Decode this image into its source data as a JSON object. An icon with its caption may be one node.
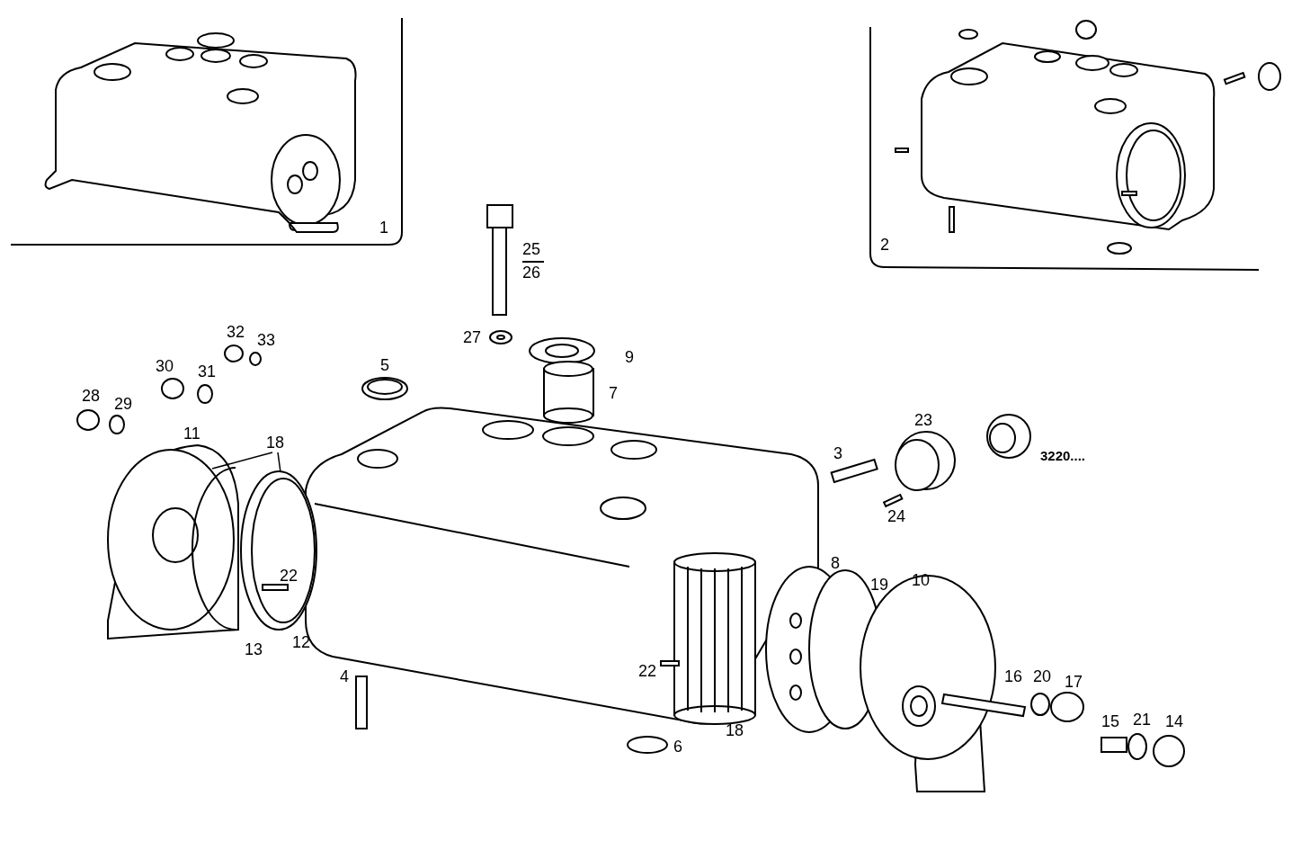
{
  "diagram": {
    "nodes": [
      {
        "text": [
          "18"
        ]
      },
      {
        "text": [],
        "shape": "circle"
      },
      {
        "text": [],
        "shape": "circle"
      }
    ],
    "edges": [
      {
        "from": 0,
        "to": 1,
        "arrow": "none"
      },
      {
        "from": 0,
        "to": 2,
        "arrow": "none"
      }
    ],
    "labels": [
      "1",
      "2",
      "25",
      "26",
      "32",
      "33",
      "27",
      "9",
      "30",
      "31",
      "5",
      "7",
      "28",
      "29",
      "23",
      "11",
      "3",
      "3220....",
      "24",
      "22",
      "8",
      "10",
      "19",
      "13",
      "12",
      "22",
      "16",
      "20",
      "17",
      "4",
      "15",
      "21",
      "14",
      "18",
      "6"
    ]
  }
}
